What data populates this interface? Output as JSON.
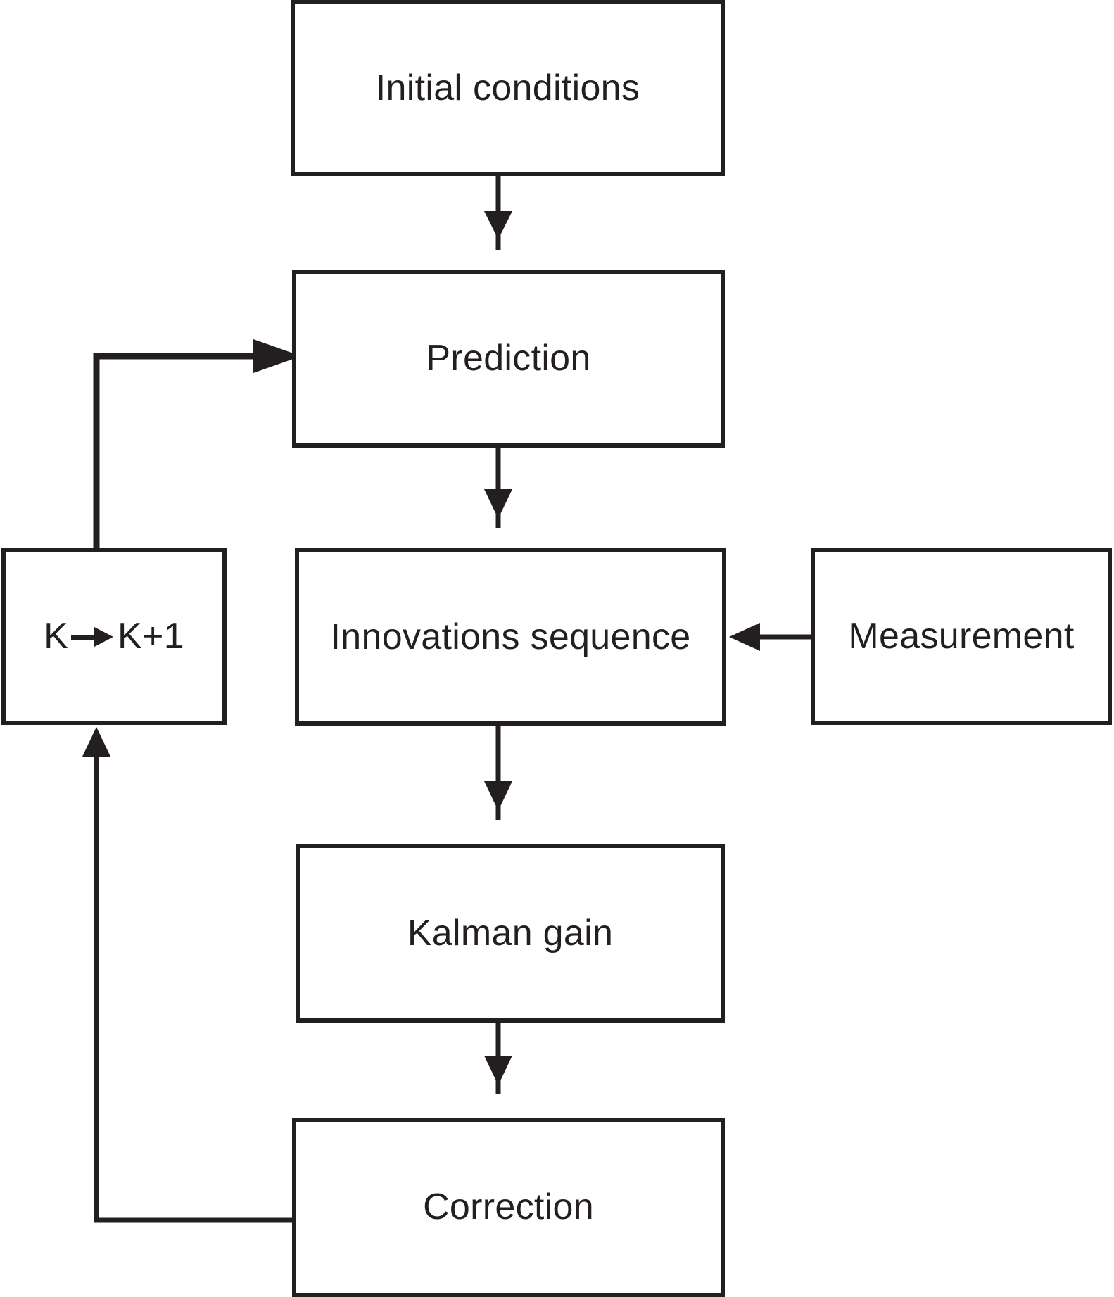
{
  "diagram": {
    "title": "Kalman filter recursive block diagram",
    "type": "flowchart",
    "stroke_color": "#231f20",
    "fill_color": "#ffffff",
    "nodes": [
      {
        "id": "initial",
        "label": "Initial conditions"
      },
      {
        "id": "prediction",
        "label": "Prediction"
      },
      {
        "id": "counter",
        "label": "K→K+1",
        "label_left": "K",
        "label_right": "K+1",
        "arrow_glyph": "right-arrow-icon"
      },
      {
        "id": "innovations",
        "label": "Innovations sequence"
      },
      {
        "id": "measurement",
        "label": "Measurement"
      },
      {
        "id": "kalman",
        "label": "Kalman gain"
      },
      {
        "id": "correction",
        "label": "Correction"
      }
    ],
    "edges": [
      {
        "from": "initial",
        "to": "prediction",
        "label": "",
        "direction": "down"
      },
      {
        "from": "prediction",
        "to": "innovations",
        "label": "",
        "direction": "down"
      },
      {
        "from": "measurement",
        "to": "innovations",
        "label": "",
        "direction": "left"
      },
      {
        "from": "innovations",
        "to": "kalman",
        "label": "",
        "direction": "down"
      },
      {
        "from": "kalman",
        "to": "correction",
        "label": "",
        "direction": "down"
      },
      {
        "from": "correction",
        "to": "counter",
        "label": "",
        "direction": "left-up"
      },
      {
        "from": "counter",
        "to": "prediction",
        "label": "",
        "direction": "up-right"
      }
    ]
  }
}
